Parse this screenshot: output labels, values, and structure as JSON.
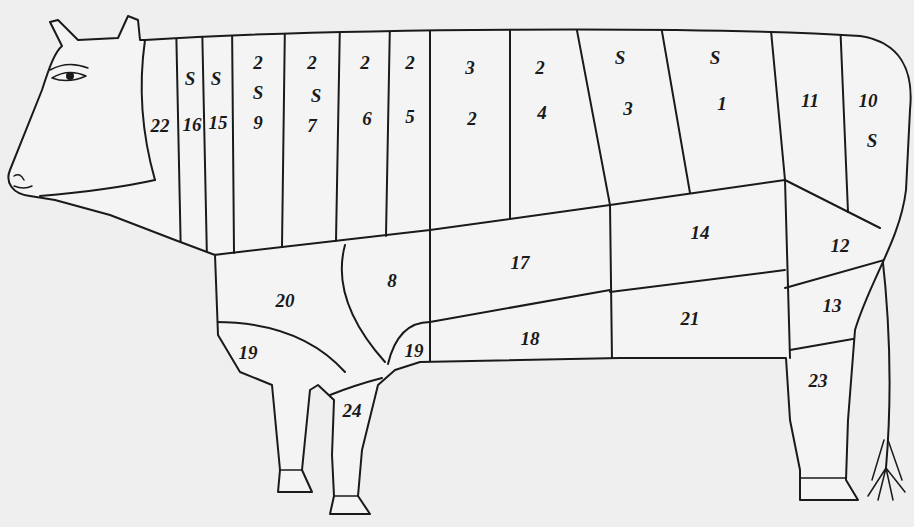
{
  "diagram": {
    "labels": [
      "2",
      "2",
      "2",
      "2",
      "3",
      "2",
      "S",
      "S",
      "S",
      "S",
      "S",
      "S",
      "22",
      "16",
      "15",
      "9",
      "7",
      "6",
      "5",
      "2",
      "4",
      "3",
      "1",
      "11",
      "10",
      "S",
      "14",
      "17",
      "12",
      "8",
      "20",
      "13",
      "18",
      "21",
      "19",
      "19",
      "23",
      "24"
    ]
  }
}
